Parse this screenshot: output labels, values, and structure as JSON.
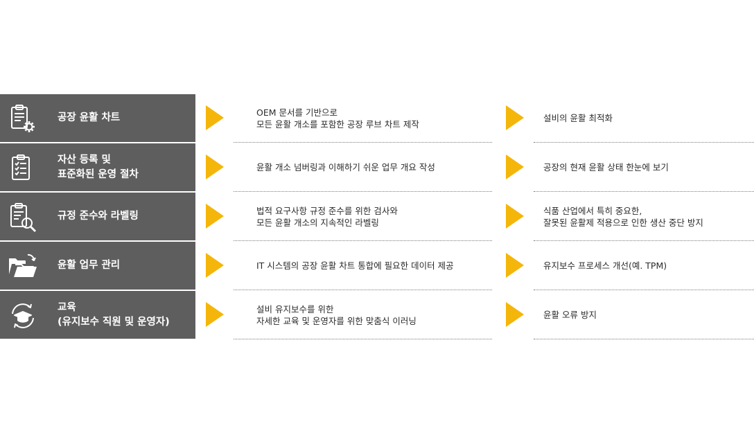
{
  "colors": {
    "label_background": "#5e5e5e",
    "arrow": "#f5b60b",
    "text": "#2b2b2b"
  },
  "rows": [
    {
      "icon": "clipboard-gear-icon",
      "label": [
        "공장 윤활 차트"
      ],
      "description": [
        "OEM 문서를 기반으로",
        "모든 윤활 개소를 포함한 공장 루브 차트 제작"
      ],
      "benefit": [
        "설비의 윤활 최적화"
      ]
    },
    {
      "icon": "clipboard-checklist-icon",
      "label": [
        "자산 등록 및",
        "표준화된 운영 절차"
      ],
      "description": [
        "윤활 개소 넘버링과 이해하기 쉬운 업무 개요 작성"
      ],
      "benefit": [
        "공장의 현재 윤활 상태 한눈에 보기"
      ]
    },
    {
      "icon": "clipboard-search-icon",
      "label": [
        "규정 준수와 라벨링"
      ],
      "description": [
        "법적 요구사항 규정 준수를 위한 검사와",
        "모든 윤활 개소의 지속적인 라벨링"
      ],
      "benefit": [
        "식품 산업에서 특히 중요한,",
        "잘못된 윤활제 적용으로 인한 생산 중단 방지"
      ]
    },
    {
      "icon": "folder-sync-icon",
      "label": [
        "윤활 업무 관리"
      ],
      "description": [
        "IT 시스템의 공장 윤활 차트 통합에 필요한 데이터 제공"
      ],
      "benefit": [
        "유지보수 프로세스 개선(예. TPM)"
      ]
    },
    {
      "icon": "graduation-cap-cycle-icon",
      "label": [
        "교육",
        "(유지보수 직원 및 운영자)"
      ],
      "description": [
        "설비 유지보수를 위한",
        "자세한 교육 및 운영자를 위한 맞춤식 이러닝"
      ],
      "benefit": [
        "윤활 오류 방지"
      ]
    }
  ]
}
